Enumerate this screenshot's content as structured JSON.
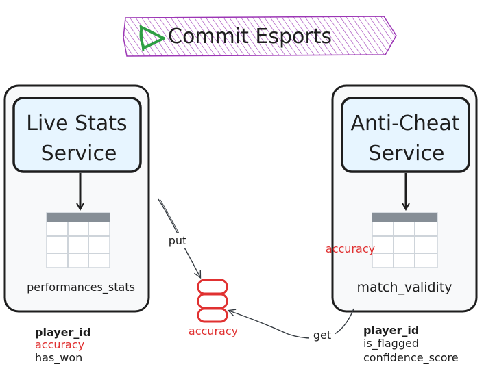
{
  "title": "Commit Esports",
  "services": {
    "left": {
      "name_line1": "Live Stats",
      "name_line2": "Service",
      "table_name": "performances_stats"
    },
    "right": {
      "name_line1": "Anti-Cheat",
      "name_line2": "Service",
      "table_name": "match_validity"
    }
  },
  "edges": {
    "put": "put",
    "get": "get"
  },
  "cache": {
    "label": "accuracy"
  },
  "right_table_annotation": "accuracy",
  "left_fields": {
    "key": "player_id",
    "highlight": "accuracy",
    "other": "has_won"
  },
  "right_fields": {
    "key": "player_id",
    "field2": "is_flagged",
    "field3": "confidence_score"
  },
  "colors": {
    "title_fill": "#9c36b5",
    "service_fill": "#e7f5ff",
    "panel_fill": "#f8f9fa",
    "highlight": "#e03131",
    "logo": "#2f9e44",
    "table_header": "#868e96"
  }
}
